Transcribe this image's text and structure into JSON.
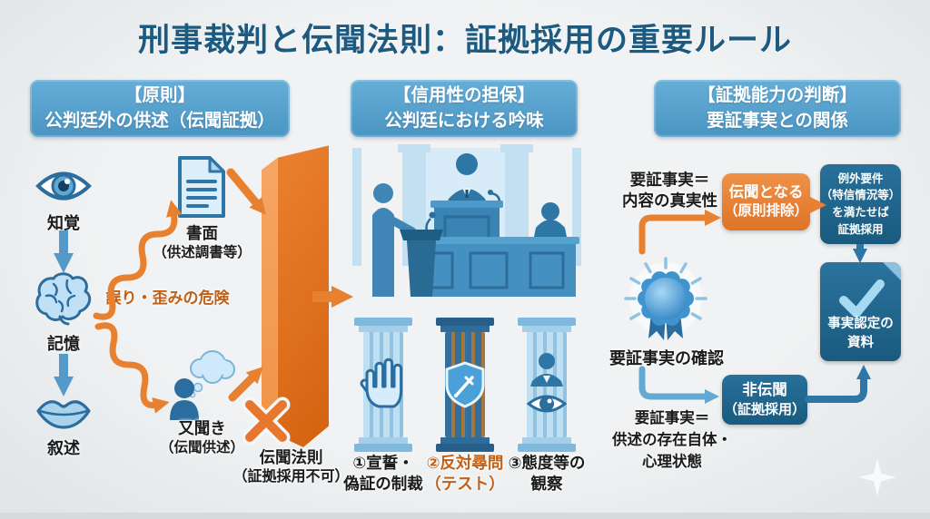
{
  "title": "刑事裁判と伝聞法則：証拠採用の重要ルール",
  "colors": {
    "accent_orange": "#e8812f",
    "header_blue": "#57a3cf",
    "dark_box_blue": "#1f638a",
    "title_blue": "#1d5a80",
    "risk_text_orange": "#bf6018",
    "light_figure_blue": "#4a90bf"
  },
  "headers": {
    "principle": {
      "line1": "【原則】",
      "line2": "公判廷外の供述（伝聞証拠）"
    },
    "credibility": {
      "line1": "【信用性の担保】",
      "line2": "公判廷における吟味"
    },
    "admissibility": {
      "line1": "【証拠能力の判断】",
      "line2": "要証事実との関係"
    }
  },
  "principle": {
    "perception": "知覚",
    "memory": "記憶",
    "narration": "叙述",
    "risk": "誤り・歪みの危険",
    "document": {
      "line1": "書面",
      "line2": "（供述調書等）"
    },
    "retelling": {
      "line1": "又聞き",
      "line2": "（伝聞供述）"
    },
    "wall": {
      "line1": "伝聞法則",
      "line2": "（証拠採用不可）"
    }
  },
  "credibility": {
    "pillars": [
      {
        "icon": "raised-hand-icon",
        "line1": "①宣誓・",
        "line2": "偽証の制裁"
      },
      {
        "icon": "shield-sword-icon",
        "line1": "②反対尋問",
        "line2": "（テスト）"
      },
      {
        "icon": "observer-eye-icon",
        "line1": "③態度等の",
        "line2": "観察"
      }
    ]
  },
  "admissibility": {
    "truth_condition": {
      "line1": "要証事実＝",
      "line2": "内容の真実性"
    },
    "hearsay_box": {
      "line1": "伝聞となる",
      "line2": "（原則排除）"
    },
    "exception_box": {
      "line1": "例外要件",
      "line2": "（特信情況等）",
      "line3": "を満たせば",
      "line4": "証拠採用"
    },
    "badge_label": "要証事実の確認",
    "nonhearsay_condition": {
      "line1": "要証事実＝",
      "line2": "供述の存在自体・",
      "line3": "心理状態"
    },
    "nonhearsay_box": {
      "line1": "非伝聞",
      "line2": "（証拠採用）"
    },
    "outcome": {
      "line1": "事実認定の",
      "line2": "資料"
    }
  },
  "icons": [
    "eye-icon",
    "brain-icon",
    "lips-icon",
    "document-icon",
    "hearsay-person-icon",
    "hearsay-wall",
    "x-mark-icon",
    "courtroom-illustration",
    "raised-hand-icon",
    "shield-sword-icon",
    "observer-eye-icon",
    "badge-icon",
    "check-document-icon",
    "sparkle-icon"
  ]
}
